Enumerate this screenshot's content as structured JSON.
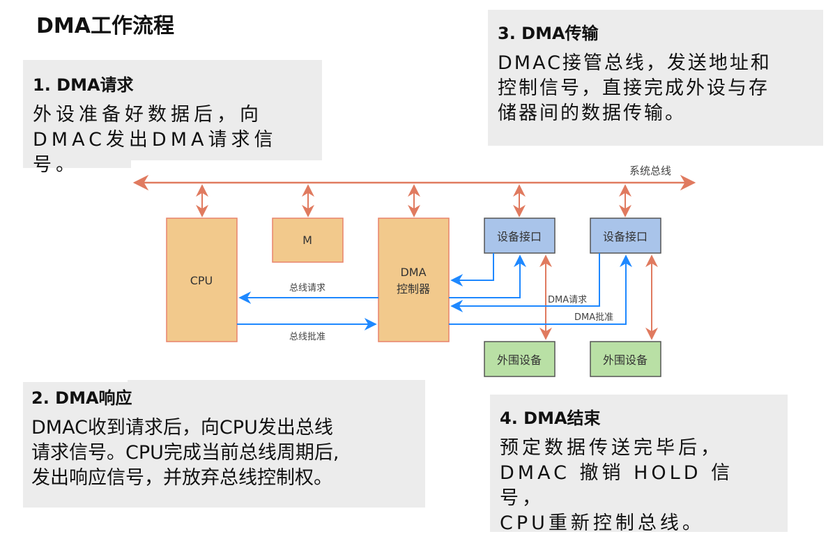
{
  "title": "DMA工作流程",
  "steps": [
    {
      "heading": "1. DMA请求",
      "lines": [
        "外设准备好数据后，向",
        "DMAC发出DMA请求信号。"
      ]
    },
    {
      "heading": "2. DMA响应",
      "lines": [
        "DMAC收到请求后，向CPU发出总线",
        "请求信号。CPU完成当前总线周期后,",
        "发出响应信号，并放弃总线控制权。"
      ]
    },
    {
      "heading": "3. DMA传输",
      "lines": [
        "DMAC接管总线，发送地址和",
        "控制信号，直接完成外设与存",
        "储器间的数据传输。"
      ]
    },
    {
      "heading": "4. DMA结束",
      "lines": [
        "预定数据传送完毕后，",
        "DMAC 撤销 HOLD 信号，",
        "CPU重新控制总线。"
      ]
    }
  ],
  "diagram": {
    "bus_label": "系统总线",
    "cpu_label": "CPU",
    "memory_label": "M",
    "dmac_label_line1": "DMA",
    "dmac_label_line2": "控制器",
    "interface_labels": [
      "设备接口",
      "设备接口"
    ],
    "peripheral_labels": [
      "外围设备",
      "外围设备"
    ],
    "bus_request_label": "总线请求",
    "bus_grant_label": "总线批准",
    "dma_request_label": "DMA请求",
    "dma_grant_label": "DMA批准",
    "colors": {
      "bus": "#e07a5f",
      "signal": "#1e88ff",
      "unit_fill": "#f2c98c",
      "unit_border": "#e8836b",
      "interface_fill": "#a9c4ea",
      "peripheral_fill": "#b9e0a5",
      "box_border": "#555555"
    }
  }
}
